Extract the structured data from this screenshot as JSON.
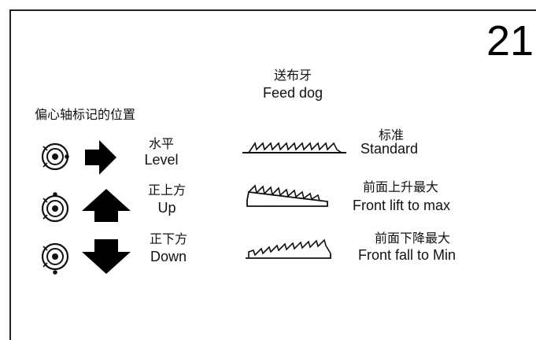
{
  "page_number": "21",
  "header": {
    "feed_dog_zh": "送布牙",
    "feed_dog_en": "Feed dog",
    "eccentric_mark_zh": "偏心轴标记的位置"
  },
  "rows": [
    {
      "position_zh": "水平",
      "position_en": "Level",
      "result_zh": "标准",
      "result_en": "Standard"
    },
    {
      "position_zh": "正上方",
      "position_en": "Up",
      "result_zh": "前面上升最大",
      "result_en": "Front lift to max"
    },
    {
      "position_zh": "正下方",
      "position_en": "Down",
      "result_zh": "前面下降最大",
      "result_en": "Front fall to Min"
    }
  ]
}
